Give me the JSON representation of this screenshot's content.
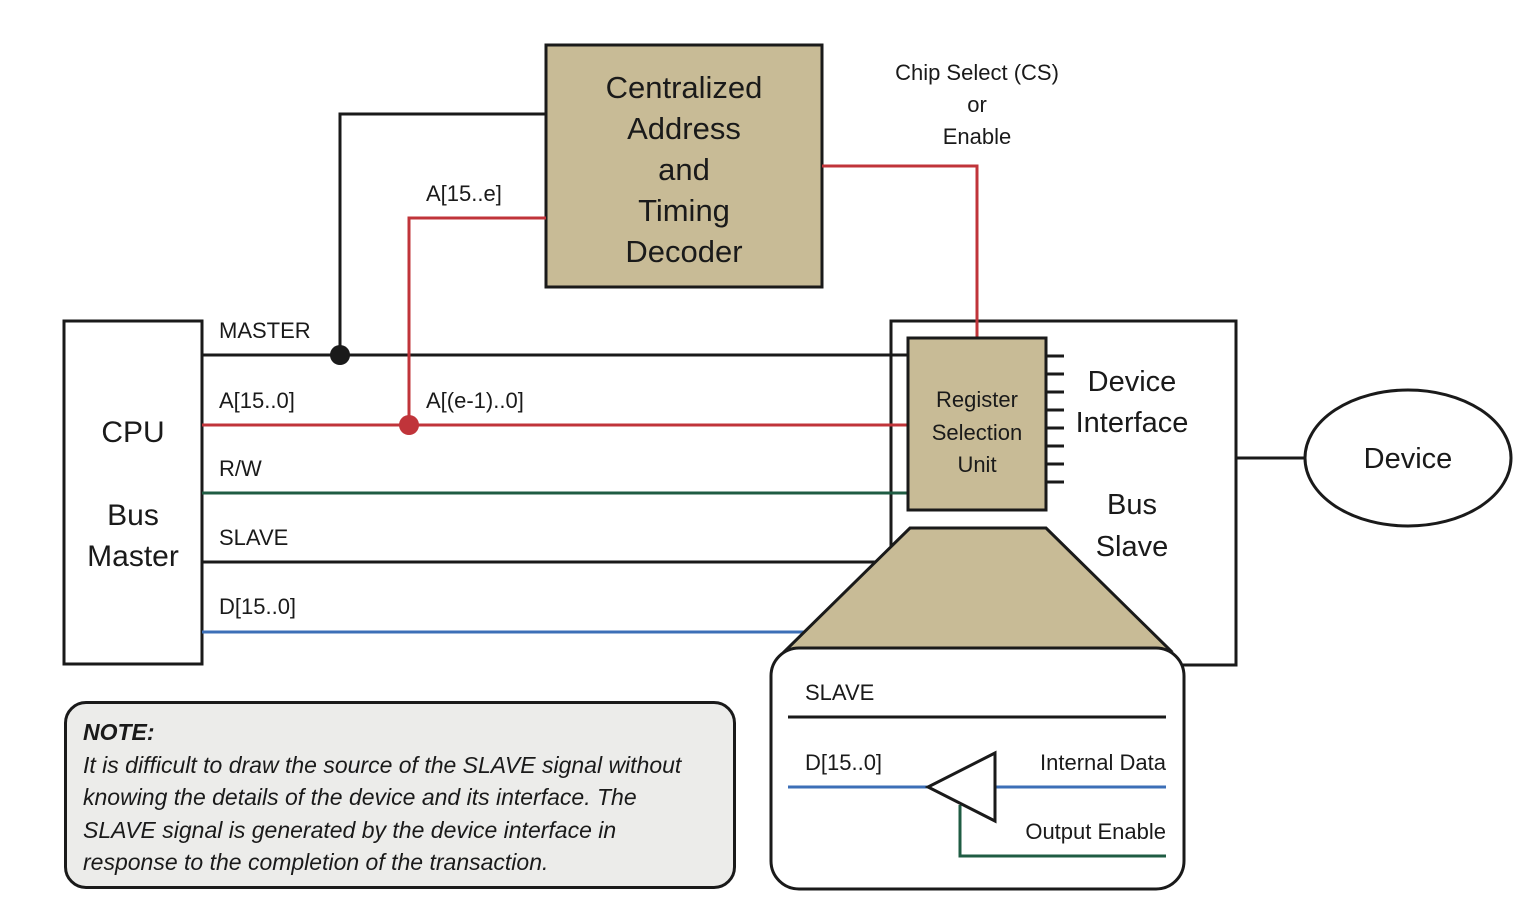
{
  "colors": {
    "box_fill": "#c8bb96",
    "red_line": "#c0343a",
    "green_line": "#1f5c43",
    "blue_line": "#3c6fb7",
    "black_line": "#1a1a1a",
    "note_bg": "#ececea"
  },
  "decoder": {
    "lines": [
      "Centralized",
      "Address",
      "and",
      "Timing",
      "Decoder"
    ]
  },
  "cpu": {
    "line1": "CPU",
    "line2": "Bus",
    "line3": "Master"
  },
  "chip_select": {
    "line1": "Chip Select (CS)",
    "line2": "or",
    "line3": "Enable"
  },
  "signals": {
    "master": "MASTER",
    "addr_full": "A[15..0]",
    "addr_high": "A[15..e]",
    "addr_low": "A[(e-1)..0]",
    "rw": "R/W",
    "slave": "SLAVE",
    "data": "D[15..0]"
  },
  "register_unit": {
    "line1": "Register",
    "line2": "Selection",
    "line3": "Unit"
  },
  "device_interface": {
    "line1": "Device",
    "line2": "Interface",
    "line3": "Bus",
    "line4": "Slave"
  },
  "device": {
    "label": "Device"
  },
  "detail": {
    "slave": "SLAVE",
    "data": "D[15..0]",
    "internal_data": "Internal Data",
    "output_enable": "Output Enable"
  },
  "note": {
    "title": "NOTE:",
    "line1": "It is difficult to draw the source of the SLAVE signal without",
    "line2": "knowing the details of the device and its interface.  The",
    "line3": "SLAVE signal is generated by the device interface in",
    "line4": "response to the completion of the transaction."
  }
}
